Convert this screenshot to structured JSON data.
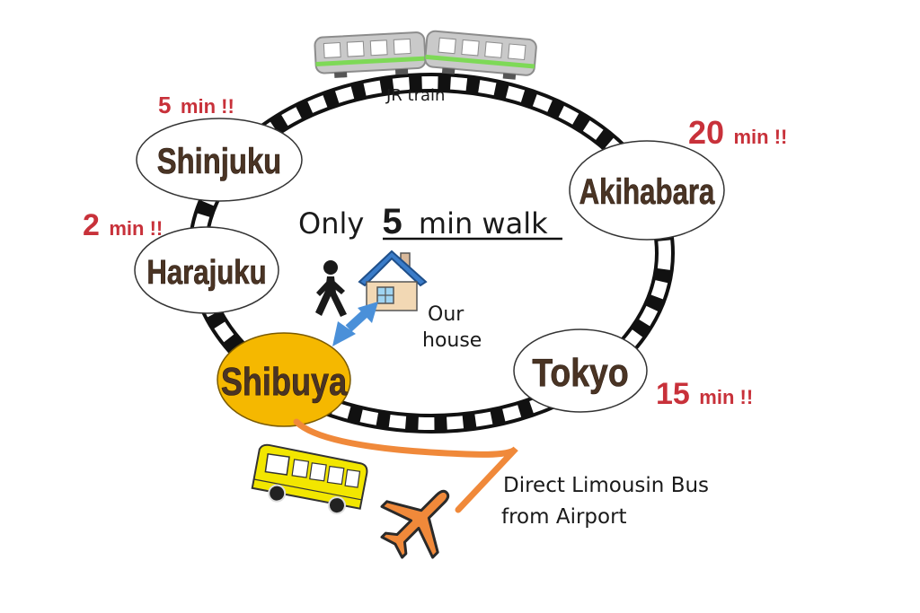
{
  "railway": {
    "label": "JR train"
  },
  "stations": {
    "shinjuku": {
      "name": "Shinjuku",
      "time_num": "5",
      "time_unit": "min !!"
    },
    "harajuku": {
      "name": "Harajuku",
      "time_num": "2",
      "time_unit": "min !!"
    },
    "shibuya": {
      "name": "Shibuya"
    },
    "akihabara": {
      "name": "Akihabara",
      "time_num": "20",
      "time_unit": "min !!"
    },
    "tokyo": {
      "name": "Tokyo",
      "time_num": "15",
      "time_unit": "min !!"
    }
  },
  "walk": {
    "prefix": "Only",
    "number": "5",
    "suffix": "min walk"
  },
  "house": {
    "line1": "Our",
    "line2": "house"
  },
  "bus": {
    "line1": "Direct Limousin Bus",
    "line2": "from Airport"
  },
  "colors": {
    "shibuya_fill": "#f5b800",
    "time_red": "#c8313a",
    "route_orange": "#f0893a",
    "arrow_blue": "#4a90d9",
    "train_green": "#7ed957",
    "bus_yellow": "#f2e600",
    "station_text": "#4a3424"
  },
  "icons": [
    "train-icon",
    "walking-person-icon",
    "house-icon",
    "double-arrow-icon",
    "bus-icon",
    "airplane-icon"
  ]
}
